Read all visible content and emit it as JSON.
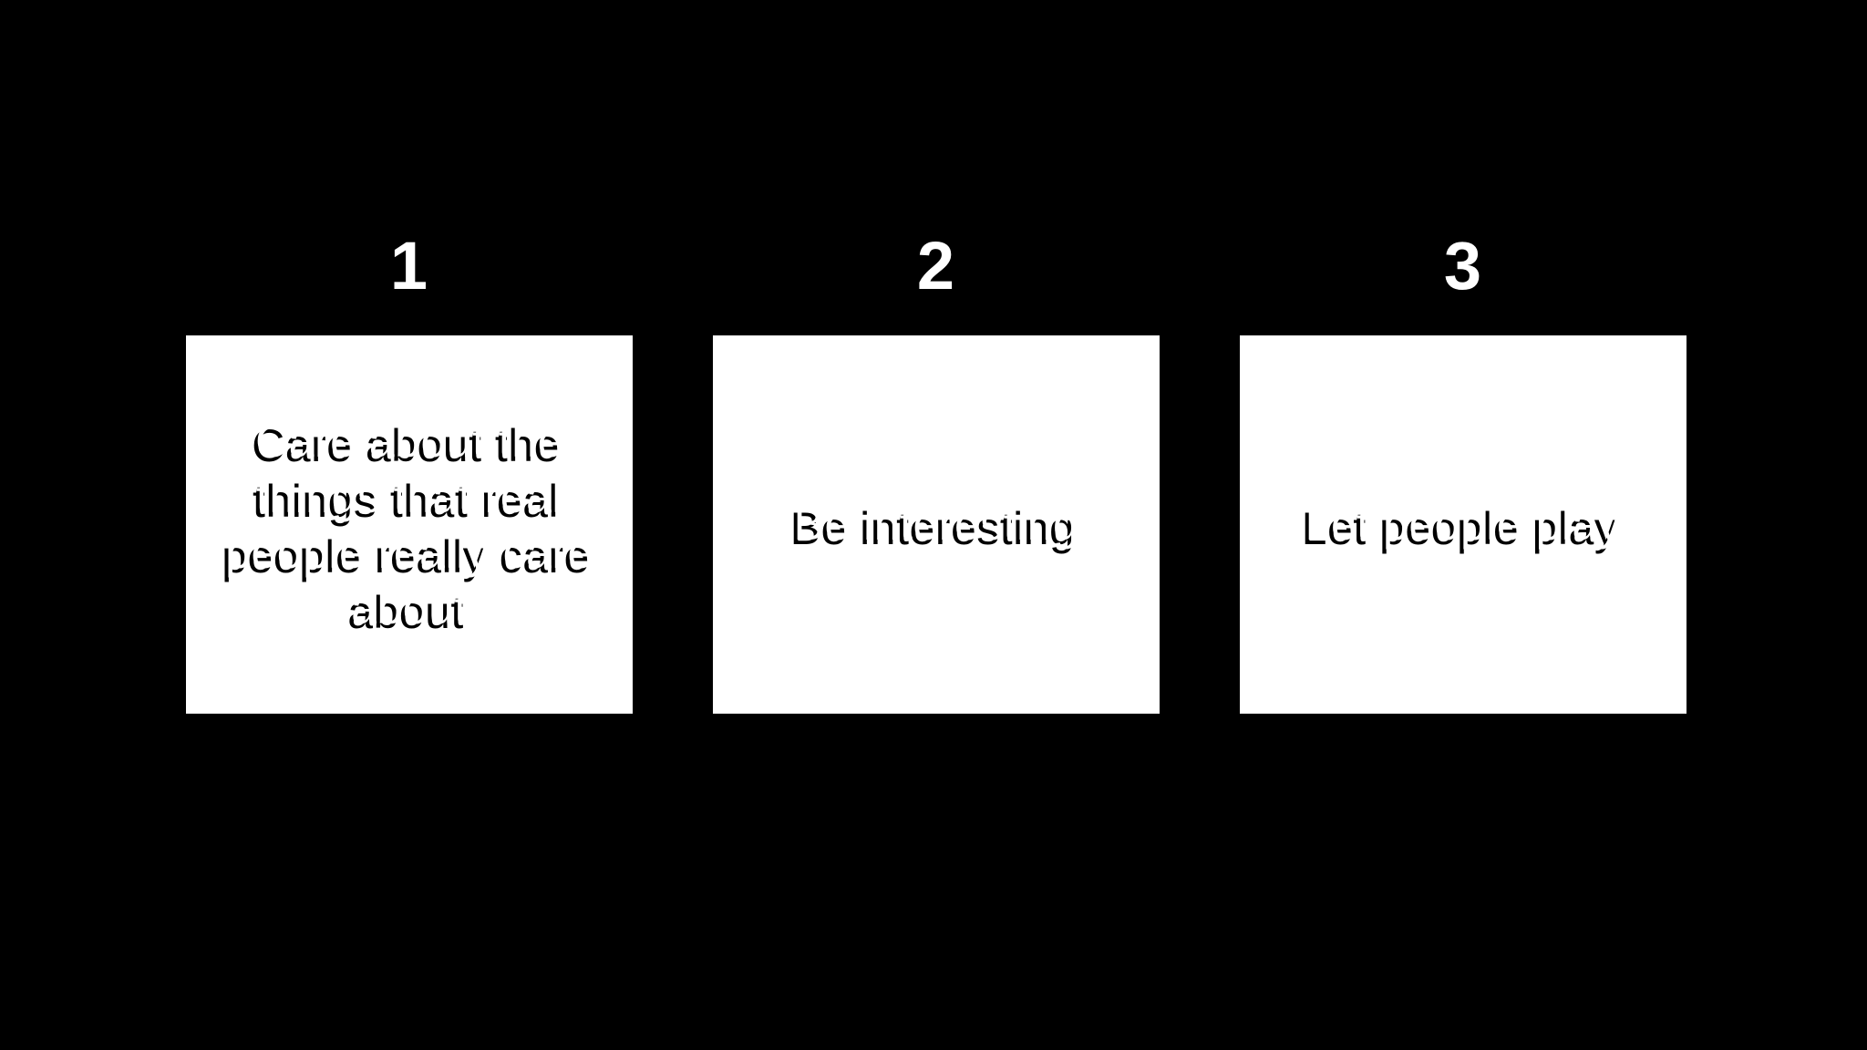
{
  "slide": {
    "background_color": "#000000",
    "card_color": "#ffffff",
    "number_color": "#ffffff",
    "text_color": "#ffffff",
    "text_shadow_color": "#000000",
    "steps": [
      {
        "number": "1",
        "text": "Care about the things that real people really care about",
        "lines": [
          "Care about the",
          "things that real",
          "people really care",
          "about"
        ]
      },
      {
        "number": "2",
        "text": "Be interesting",
        "lines": [
          "Be interesting"
        ]
      },
      {
        "number": "3",
        "text": "Let people play",
        "lines": [
          "Let people play"
        ]
      }
    ]
  }
}
